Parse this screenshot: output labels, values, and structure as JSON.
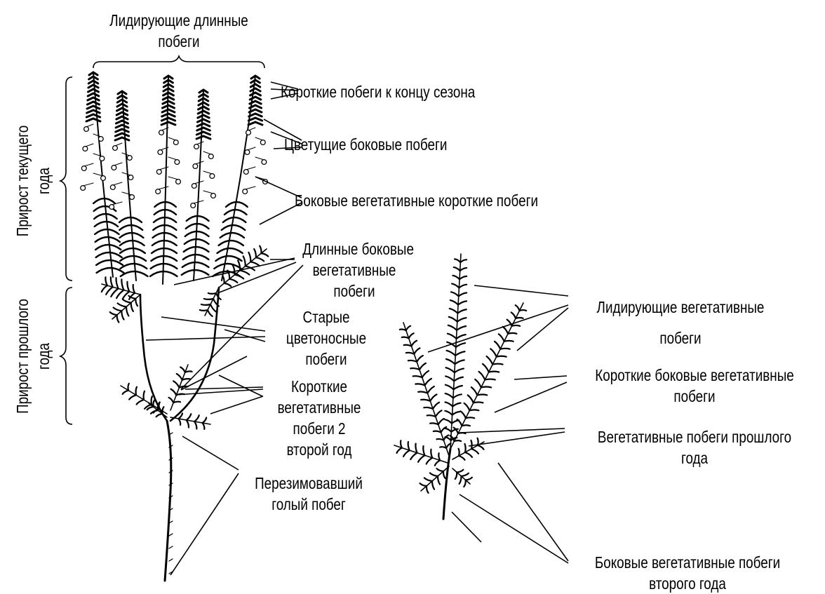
{
  "labels": {
    "top_header": [
      "Лидирующие длинные",
      "побеги"
    ],
    "short_shoots_end_season": "Короткие побеги к концу сезона",
    "flowering_lateral": "Цветущие боковые побеги",
    "lateral_vegetative_short": "Боковые вегетативные короткие побеги",
    "long_lateral_vegetative": [
      "Длинные боковые",
      "вегетативные",
      "побеги"
    ],
    "old_flowering": [
      "Старые",
      "цветоносные",
      "побеги"
    ],
    "short_vegetative_2": [
      "Короткие",
      "вегетативные",
      "побеги 2",
      "второй год"
    ],
    "overwintered_bare": [
      "Перезимовавший",
      "голый побег"
    ],
    "leading_vegetative": [
      "Лидирующие вегетативные",
      "побеги"
    ],
    "short_lateral_vegetative": [
      "Короткие боковые  вегетативные",
      "побеги"
    ],
    "vegetative_last_year": [
      "Вегетативные  побеги  прошлого",
      "года"
    ],
    "lateral_vegetative_second_year": [
      "Боковые вегетативные  побеги",
      "второго года"
    ],
    "current_year_growth": [
      "Прирост  текущего",
      "года"
    ],
    "last_year_growth": [
      "Прирост  прошлого",
      "года"
    ]
  },
  "colors": {
    "ink": "#000000",
    "background": "#ffffff"
  }
}
